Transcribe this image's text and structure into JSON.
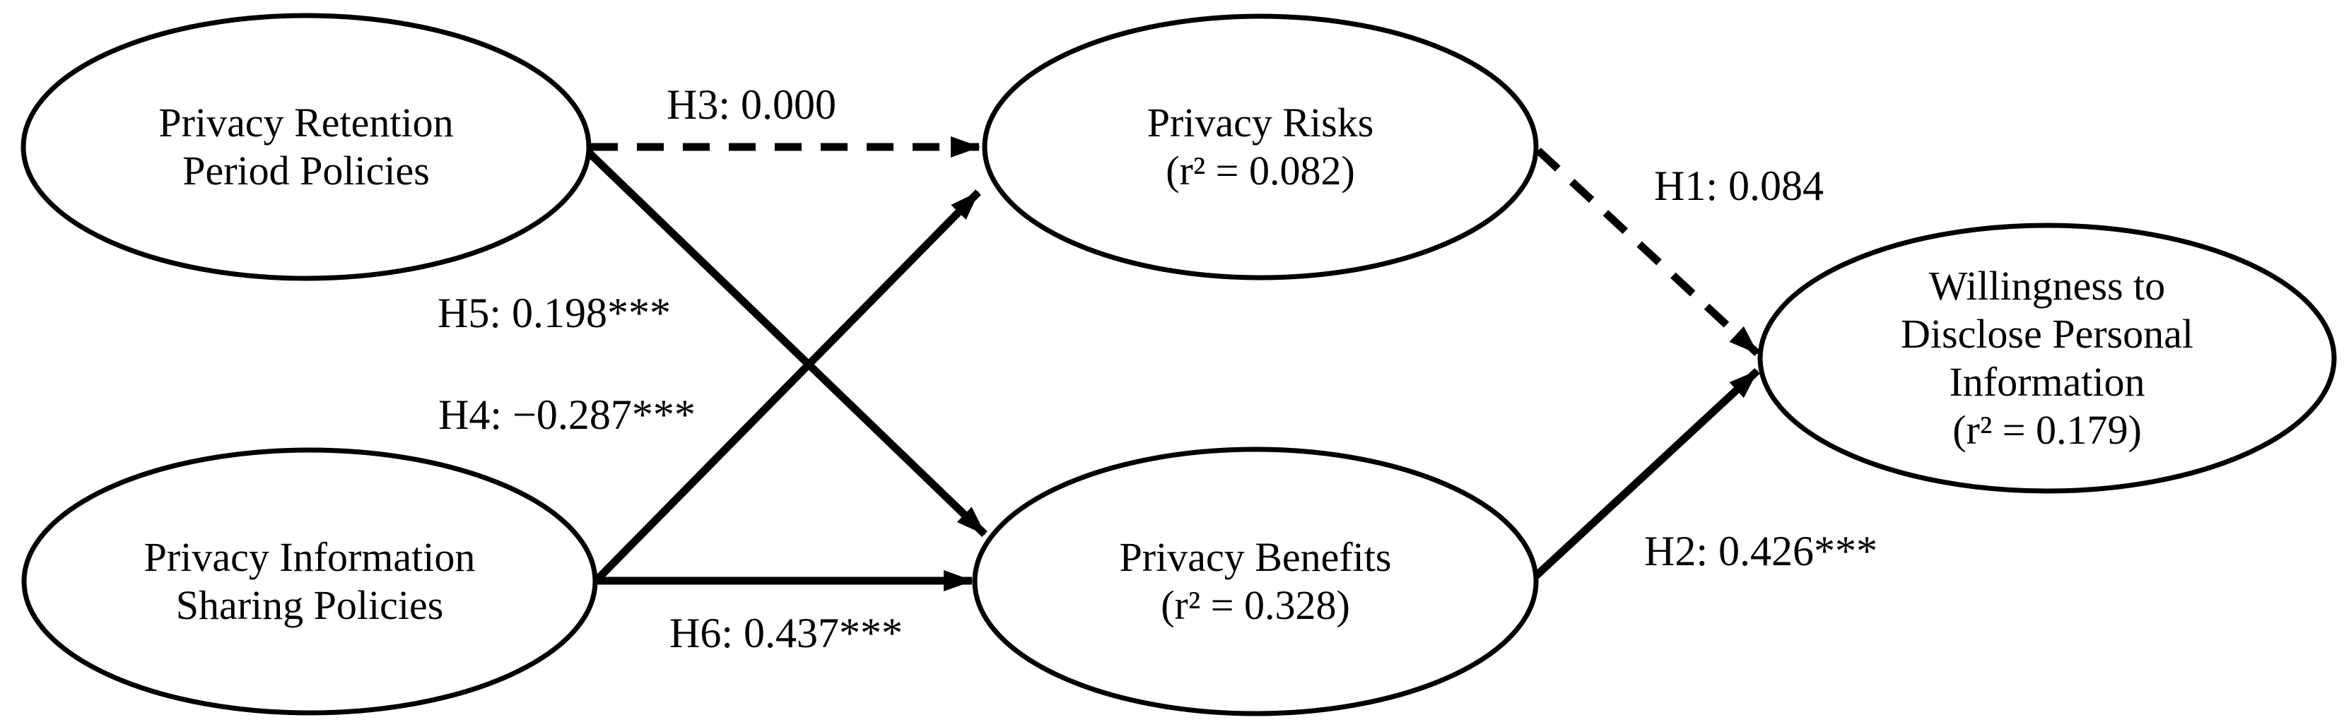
{
  "figure": {
    "kind": "structural-equation-model-path-diagram",
    "background_color": "#ffffff",
    "line_color": "#000000",
    "text_color": "#000000"
  },
  "nodes": [
    {
      "id": "privacy-retention-period-policies",
      "lines": [
        "Privacy Retention",
        "Period Policies"
      ]
    },
    {
      "id": "privacy-information-sharing-policies",
      "lines": [
        "Privacy Information",
        "Sharing Policies"
      ]
    },
    {
      "id": "privacy-risks",
      "lines": [
        "Privacy Risks",
        "(r² = 0.082)"
      ]
    },
    {
      "id": "privacy-benefits",
      "lines": [
        "Privacy Benefits",
        "(r² = 0.328)"
      ]
    },
    {
      "id": "willingness-to-disclose",
      "lines": [
        "Willingness to",
        "Disclose Personal",
        "Information",
        "(r² = 0.179)"
      ]
    }
  ],
  "edges": [
    {
      "id": "H1",
      "label": "H1: 0.084",
      "style": "dashed",
      "from": "privacy-risks",
      "to": "willingness-to-disclose"
    },
    {
      "id": "H2",
      "label": "H2: 0.426***",
      "style": "solid",
      "from": "privacy-benefits",
      "to": "willingness-to-disclose"
    },
    {
      "id": "H3",
      "label": "H3: 0.000",
      "style": "dashed",
      "from": "privacy-retention-period-policies",
      "to": "privacy-risks"
    },
    {
      "id": "H4",
      "label": "H4: −0.287***",
      "style": "solid",
      "from": "privacy-retention-period-policies",
      "to": "privacy-benefits"
    },
    {
      "id": "H5",
      "label": "H5: 0.198***",
      "style": "solid",
      "from": "privacy-information-sharing-policies",
      "to": "privacy-risks"
    },
    {
      "id": "H6",
      "label": "H6: 0.437***",
      "style": "solid",
      "from": "privacy-information-sharing-policies",
      "to": "privacy-benefits"
    }
  ]
}
